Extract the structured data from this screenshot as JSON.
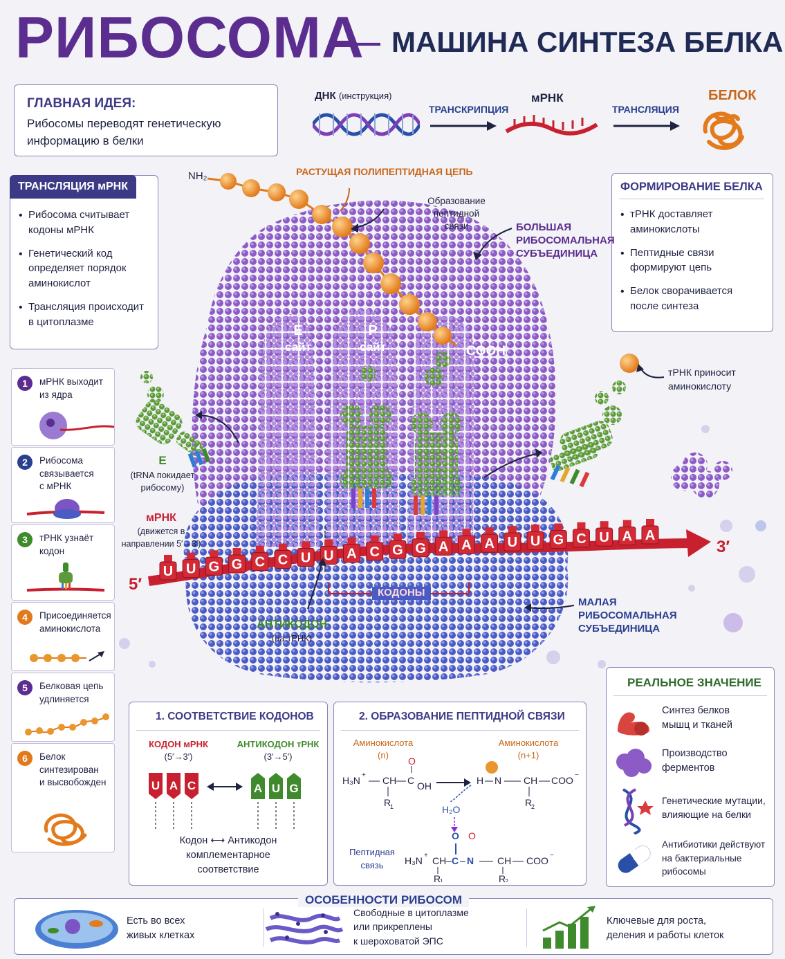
{
  "title": {
    "main": "РИБОСОМА",
    "dash": "—",
    "sub": "МАШИНА СИНТЕЗА БЕЛКА"
  },
  "main_idea": {
    "heading": "ГЛАВНАЯ ИДЕЯ:",
    "text_line1": "Рибосомы переводят генетическую",
    "text_line2": "информацию в белки"
  },
  "flow": {
    "dna": "ДНК",
    "dna_note": "(инструкция)",
    "transcription": "ТРАНСКРИПЦИЯ",
    "mrna": "мРНК",
    "translation": "ТРАНСЛЯЦИЯ",
    "protein": "БЕЛОК"
  },
  "translation_box": {
    "heading": "ТРАНСЛЯЦИЯ мРНК",
    "items": [
      {
        "l1": "Рибосома считывает",
        "l2": "кодоны мРНК",
        "l3": ""
      },
      {
        "l1": "Генетический код",
        "l2": "определяет порядок",
        "l3": "аминокислот"
      },
      {
        "l1": "Трансляция происходит",
        "l2": "в цитоплазме",
        "l3": ""
      }
    ]
  },
  "formation_box": {
    "heading": "ФОРМИРОВАНИЕ БЕЛКА",
    "items": [
      {
        "l1": "тРНК доставляет",
        "l2": "аминокислоты"
      },
      {
        "l1": "Пептидные связи",
        "l2": "формируют цепь"
      },
      {
        "l1": "Белок сворачивается",
        "l2": "после синтеза"
      }
    ]
  },
  "ribosome": {
    "nh2": "NH₂",
    "chain_label": "РАСТУЩАЯ ПОЛИПЕПТИДНАЯ ЦЕПЬ",
    "bond_l1": "Образование",
    "bond_l2": "пептидной",
    "bond_l3": "связи",
    "large_l1": "БОЛЬШАЯ",
    "large_l2": "РИБОСОМАЛЬНАЯ",
    "large_l3": "СУБЪЕДИНИЦА",
    "e_site": "E",
    "e_site2": "сайт",
    "p_site": "P",
    "p_site2": "сайт",
    "cooh": "COOH",
    "trna_brings_l1": "тРНК приносит",
    "trna_brings_l2": "аминокислоту",
    "e_label": "E",
    "e_note_l1": "(tRNA покидает",
    "e_note_l2": "рибосому)",
    "mrna": "мРНК",
    "mrna_note_l1": "(движется в",
    "mrna_note_l2": "направлении 5′→3′)",
    "five": "5′",
    "three": "3′",
    "codons_label": "КОДОНЫ",
    "anticodon": "АНТИКОДОН",
    "anticodon_note": "(на тРНК)",
    "small_l1": "МАЛАЯ",
    "small_l2": "РИБОСОМАЛЬНАЯ",
    "small_l3": "СУБЪЕДИНИЦА",
    "sequence": [
      "U",
      "U",
      "G",
      "G",
      "C",
      "C",
      "U",
      "U",
      "A",
      "C",
      "G",
      "G",
      "A",
      "A",
      "A",
      "U",
      "U",
      "G",
      "C",
      "U",
      "A",
      "A"
    ]
  },
  "steps": [
    {
      "n": "1",
      "l1": "мРНК выходит",
      "l2": "из ядра",
      "l3": "",
      "color": "#5b2d8e"
    },
    {
      "n": "2",
      "l1": "Рибосома",
      "l2": "связывается",
      "l3": "с мРНК",
      "color": "#2a3f8f"
    },
    {
      "n": "3",
      "l1": "тРНК узнаёт",
      "l2": "кодон",
      "l3": "",
      "color": "#3f8a2c"
    },
    {
      "n": "4",
      "l1": "Присоединяется",
      "l2": "аминокислота",
      "l3": "",
      "color": "#e07a1c"
    },
    {
      "n": "5",
      "l1": "Белковая цепь",
      "l2": "удлиняется",
      "l3": "",
      "color": "#5b2d8e"
    },
    {
      "n": "6",
      "l1": "Белок",
      "l2": "синтезирован",
      "l3": "и высвобожден",
      "color": "#e07a1c"
    }
  ],
  "codon_box": {
    "heading": "1.  СООТВЕТСТВИЕ КОДОНОВ",
    "codon_l1": "КОДОН мРНК",
    "codon_l2": "(5′→3′)",
    "anticodon_l1": "АНТИКОДОН тРНК",
    "anticodon_l2": "(3′→5′)",
    "codon_letters": [
      "U",
      "A",
      "C"
    ],
    "anticodon_letters": [
      "A",
      "U",
      "G"
    ],
    "bottom_l1a": "Кодон",
    "bottom_arrow": "⟷",
    "bottom_l1b": "Антикодон",
    "bottom_l2": "комплементарное",
    "bottom_l3": "соответствие"
  },
  "peptide_box": {
    "heading": "2.  ОБРАЗОВАНИЕ ПЕПТИДНОЙ СВЯЗИ",
    "aa1": "Аминокислота",
    "aa1_n": "(n)",
    "aa2": "Аминокислота",
    "aa2_n": "(n+1)",
    "water": "H₂O",
    "bond_l1": "Пептидная",
    "bond_l2": "связь"
  },
  "real_box": {
    "heading": "РЕАЛЬНОЕ ЗНАЧЕНИЕ",
    "items": [
      {
        "l1": "Синтез белков",
        "l2": "мышц и тканей",
        "l3": ""
      },
      {
        "l1": "Производство",
        "l2": "ферментов",
        "l3": ""
      },
      {
        "l1": "Генетические мутации,",
        "l2": "влияющие на белки",
        "l3": ""
      },
      {
        "l1": "Антибиотики действуют",
        "l2": "на бактериальные",
        "l3": "рибосомы"
      }
    ]
  },
  "features": {
    "heading": "ОСОБЕННОСТИ РИБОСОМ",
    "f1_l1": "Есть во всех",
    "f1_l2": "живых клетках",
    "f2_l1": "Свободные в цитоплазме",
    "f2_l2": "или прикреплены",
    "f2_l3": "к шероховатой ЭПС",
    "f3_l1": "Ключевые для роста,",
    "f3_l2": "деления и работы клеток"
  }
}
